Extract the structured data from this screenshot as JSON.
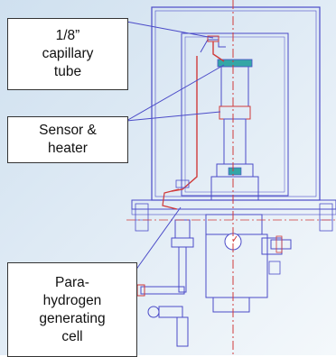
{
  "callouts": {
    "capillary": "1/8”\ncapillary\ntube",
    "sensor": "Sensor &\nheater",
    "para": "Para-\nhydrogen\ngenerating\ncell"
  },
  "colors": {
    "line": "#4b4bc8",
    "accent": "#d03a3a",
    "teal": "#34a6a6",
    "background": "#d9e6f2"
  }
}
